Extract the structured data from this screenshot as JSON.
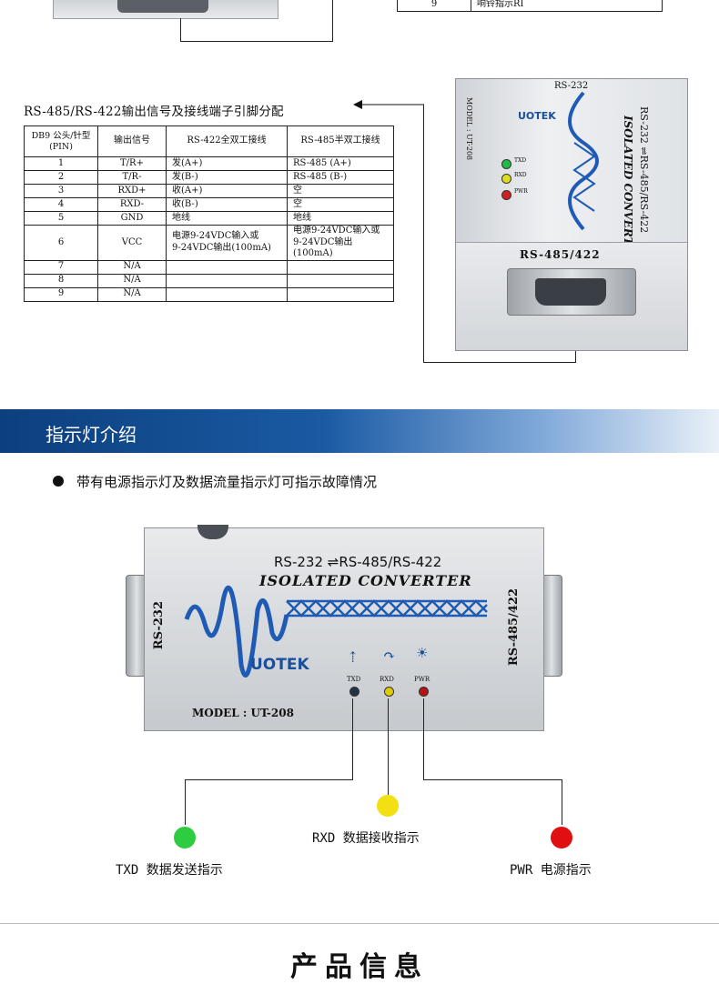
{
  "top_table_row": {
    "pin": "9",
    "signal": "响铃指示RI"
  },
  "pin_section": {
    "title": "RS-485/RS-422输出信号及接线端子引脚分配",
    "headers": [
      "DB9 公头/针型\n(PIN)",
      "输出信号",
      "RS-422全双工接线",
      "RS-485半双工接线"
    ],
    "rows": [
      [
        "1",
        "T/R+",
        "发(A+)",
        "RS-485 (A+)"
      ],
      [
        "2",
        "T/R-",
        "发(B-)",
        "RS-485 (B-)"
      ],
      [
        "3",
        "RXD+",
        "收(A+)",
        "空"
      ],
      [
        "4",
        "RXD-",
        "收(B-)",
        "空"
      ],
      [
        "5",
        "GND",
        "地线",
        "地线"
      ],
      [
        "6",
        "VCC",
        "电源9-24VDC输入或\n9-24VDC输出(100mA)",
        "电源9-24VDC输入或\n9-24VDC输出(100mA)"
      ],
      [
        "7",
        "N/A",
        "",
        ""
      ],
      [
        "8",
        "N/A",
        "",
        ""
      ],
      [
        "9",
        "N/A",
        "",
        ""
      ]
    ]
  },
  "device_small": {
    "top_label": "RS-232",
    "model": "MODEL : UT-208",
    "brand": "UOTEK",
    "line1": "RS-232 ⇌RS-485/RS-422",
    "line2": "ISOLATED CONVERTER",
    "bottom_label": "RS-485/422",
    "leds": [
      "TXD",
      "RXD",
      "PWR"
    ]
  },
  "section_banner": {
    "title": "指示灯介绍"
  },
  "bullet_text": "带有电源指示灯及数据流量指示灯可指示故障情况",
  "device_main": {
    "line1": "RS-232 ⇌RS-485/RS-422",
    "line2": "ISOLATED CONVERTER",
    "left_label": "RS-232",
    "right_label": "RS-485/422",
    "brand": "UOTEK",
    "model": "MODEL : UT-208",
    "leds": [
      "TXD",
      "RXD",
      "PWR"
    ]
  },
  "led_callouts": [
    {
      "label": "TXD 数据发送指示",
      "color": "#2ecc40"
    },
    {
      "label": "RXD 数据接收指示",
      "color": "#f2e012"
    },
    {
      "label": "PWR 电源指示",
      "color": "#e01010"
    }
  ],
  "footer": {
    "title": "产品信息"
  },
  "colors": {
    "accent": "#1a5aa3",
    "led_txd": "#2ecc40",
    "led_rxd": "#f2e012",
    "led_pwr": "#e01010"
  }
}
